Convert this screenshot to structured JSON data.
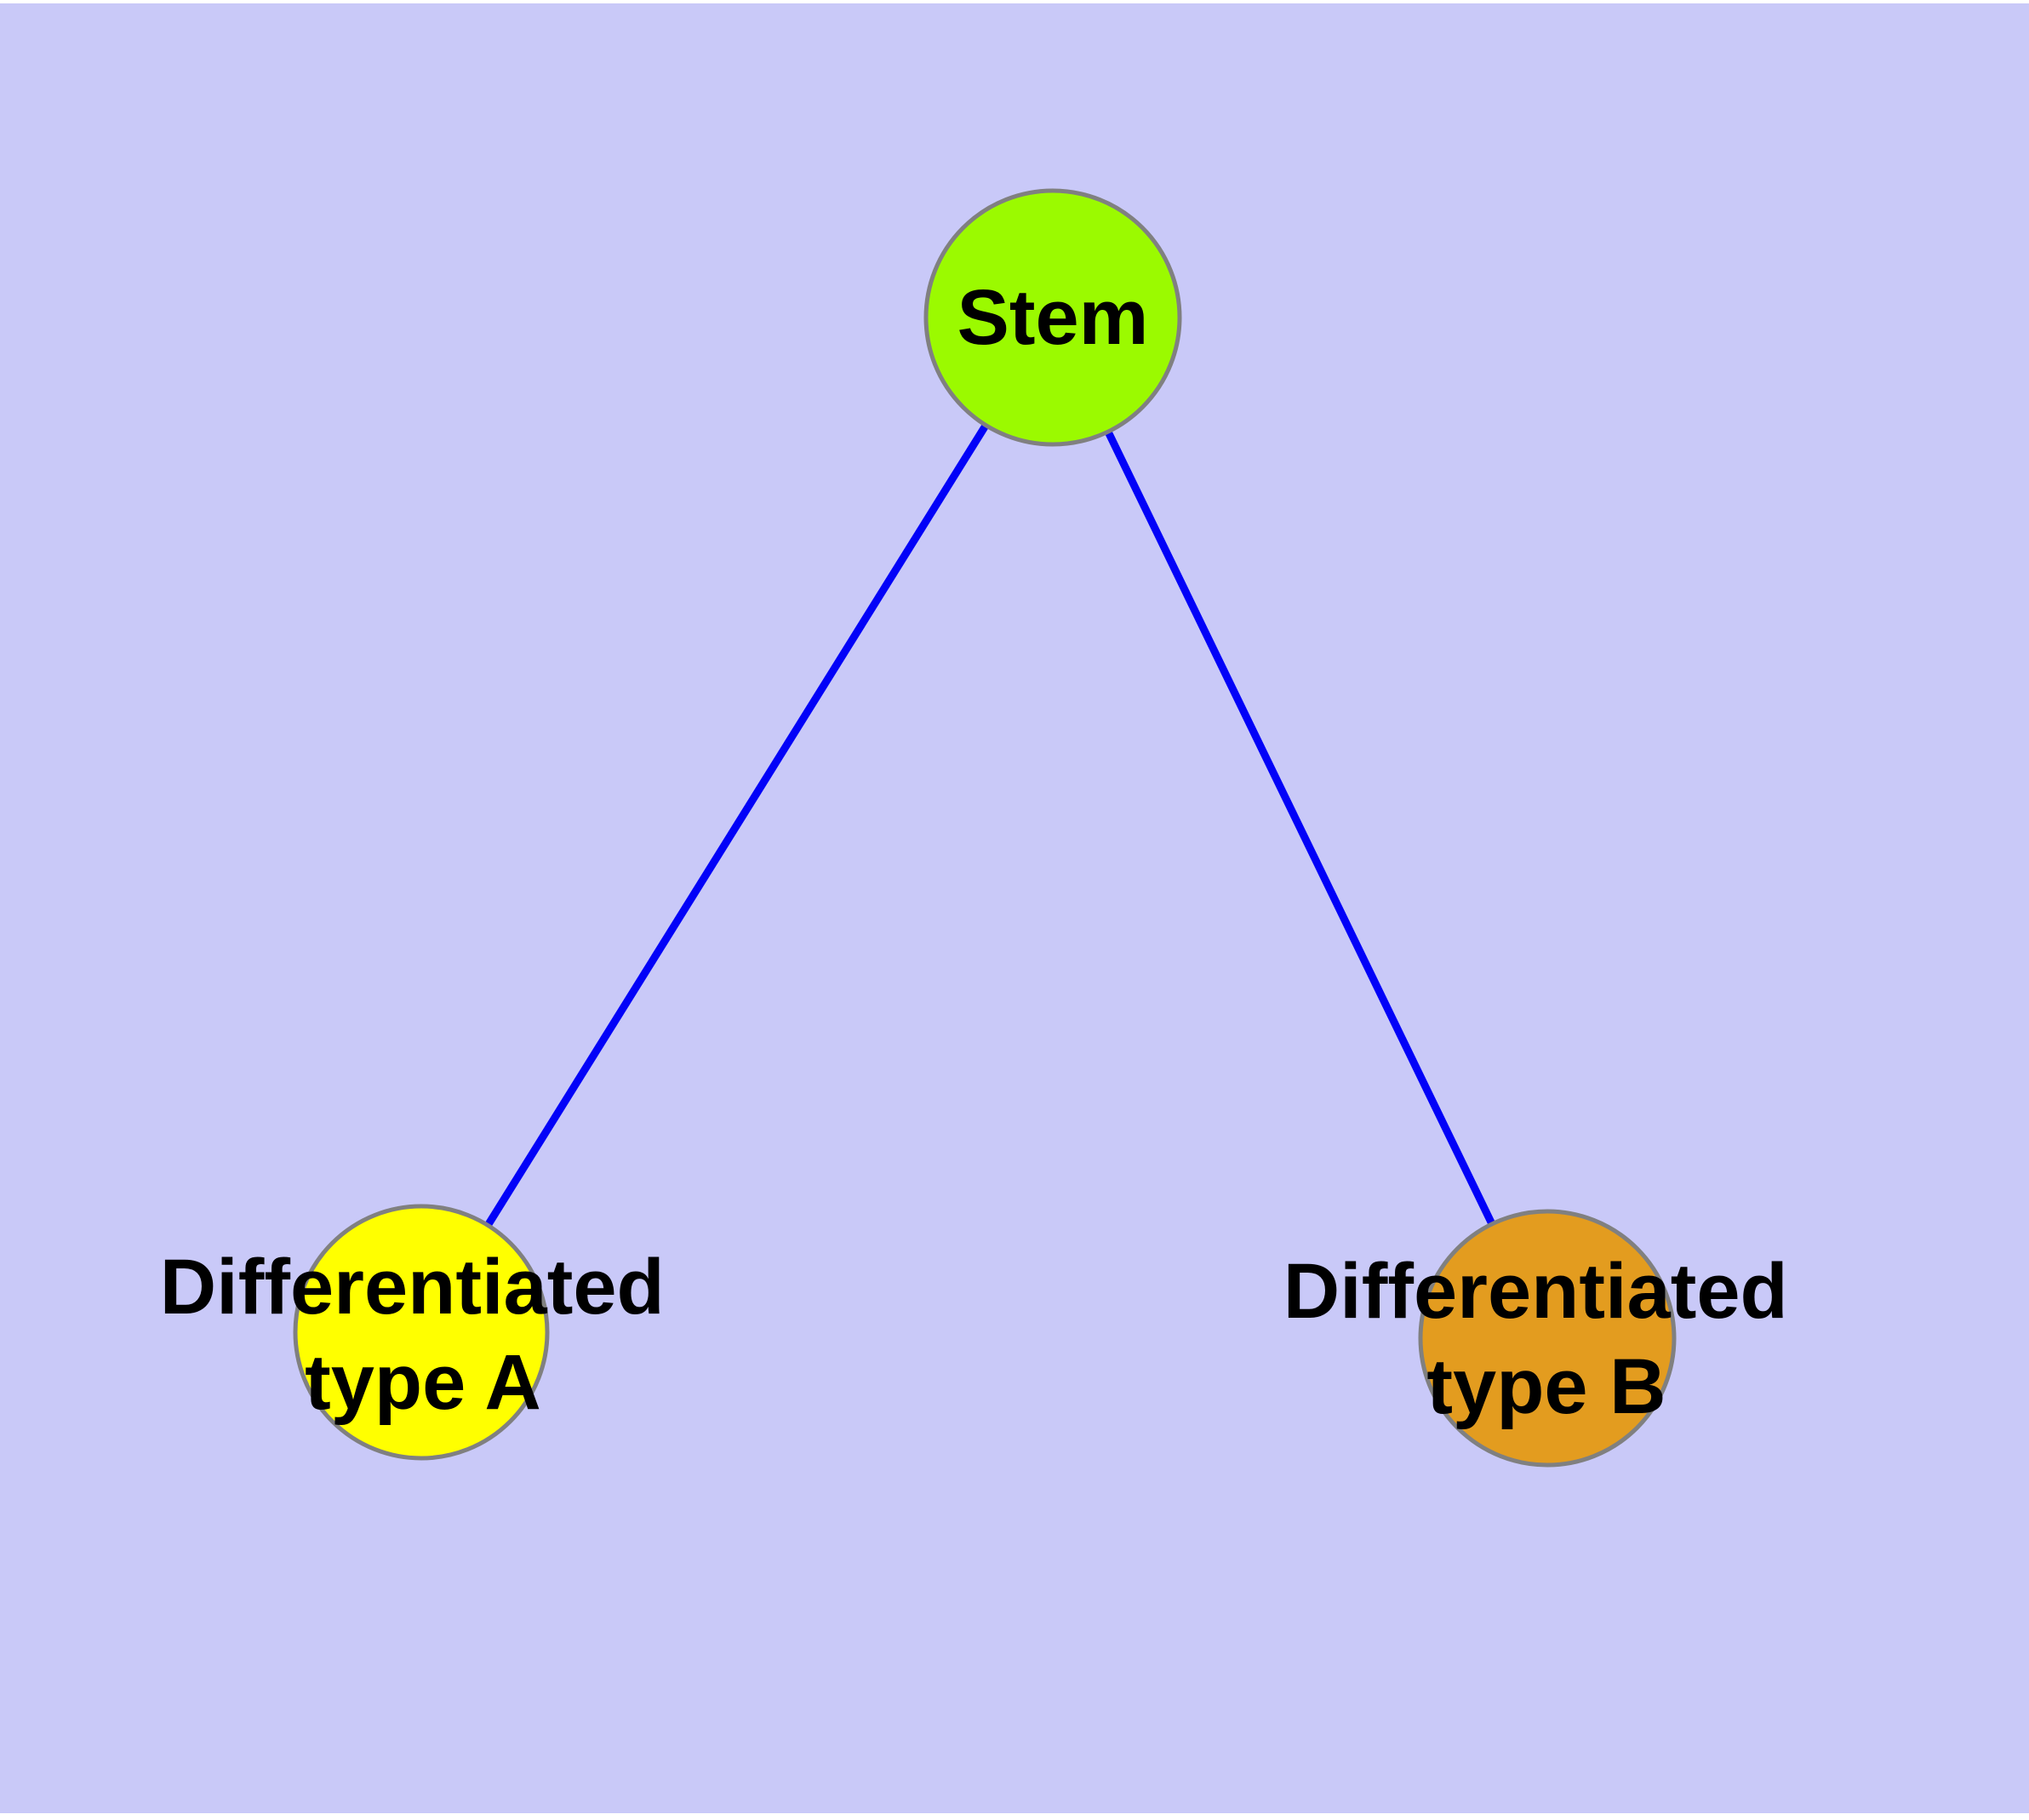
{
  "colors": {
    "page_background": "#FFFFFF",
    "plot_background": "#C9C9F8",
    "edge": "#0202F8",
    "node_border": "#808080",
    "label": "#000000"
  },
  "nodes": [
    {
      "id": "stem",
      "label": "Stem",
      "fill": "#9BFA00"
    },
    {
      "id": "differentiated-type-a",
      "label_line1": "Differentiated",
      "label_line2": "type A",
      "fill": "#FFFF00"
    },
    {
      "id": "differentiated-type-b",
      "label_line1": "Differentiated",
      "label_line2": "type B",
      "fill": "#E39C1F"
    }
  ],
  "edges": [
    {
      "from": "Stem",
      "to": "Differentiated type A"
    },
    {
      "from": "Stem",
      "to": "Differentiated type B"
    }
  ]
}
